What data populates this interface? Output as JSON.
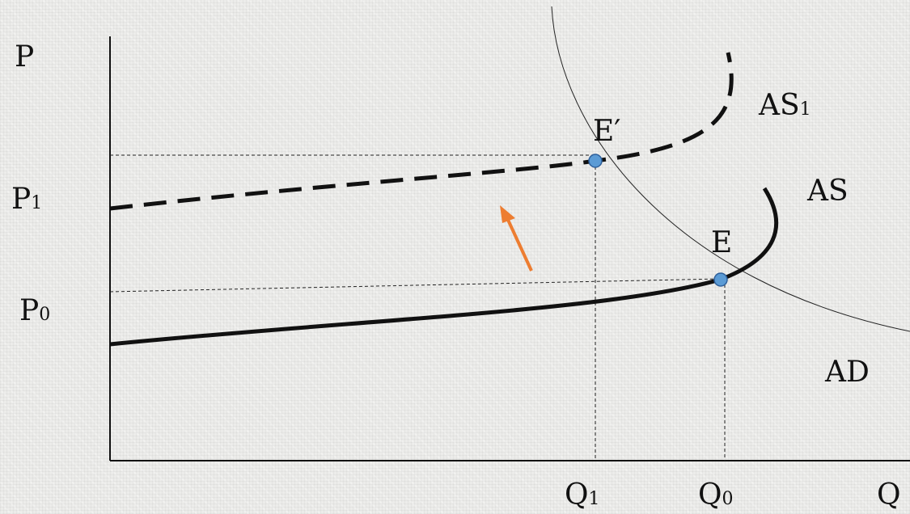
{
  "labels": {
    "y_axis": "P",
    "x_axis": "Q",
    "p1_main": "P",
    "p1_sub": "1",
    "p0_main": "P",
    "p0_sub": "0",
    "q1_main": "Q",
    "q1_sub": "1",
    "q0_main": "Q",
    "q0_sub": "0",
    "as1_main": "AS",
    "as1_sub": "1",
    "as": "AS",
    "ad": "AD",
    "e": "E",
    "e_prime": "E′"
  },
  "colors": {
    "curve": "#111111",
    "point": "#5b9bd5",
    "arrow": "#ed7d31"
  }
}
